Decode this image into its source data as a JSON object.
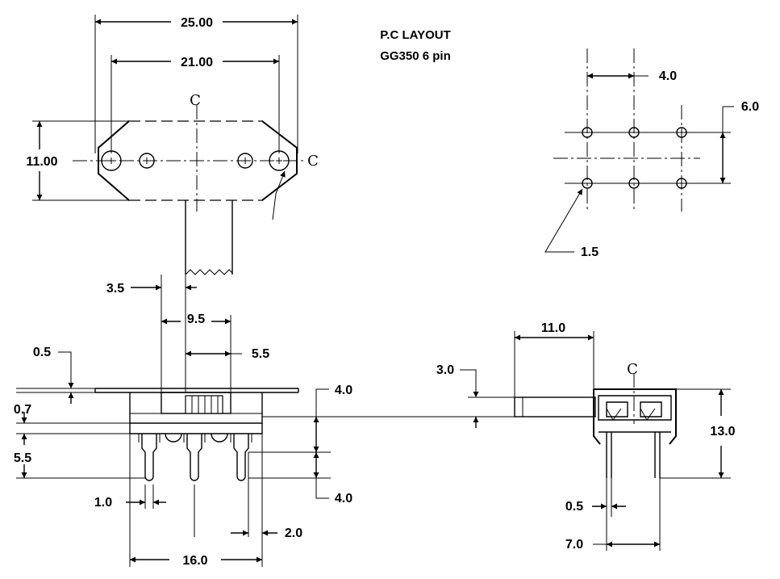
{
  "header": {
    "title": "P.C LAYOUT",
    "subtitle": "GG350  6 pin"
  },
  "centerline_mark": "C",
  "top_view": {
    "overall_width": "25.00",
    "hole_span": "21.00",
    "height": "11.00"
  },
  "pcb_layout": {
    "pitch_x": "4.0",
    "pitch_y": "6.0",
    "hole_dia": "1.5"
  },
  "front_view": {
    "actuator_offset": "3.5",
    "actuator_travel": "9.5",
    "actuator_width": "5.5",
    "plate_thickness": "0.5",
    "plate_gap": "0.7",
    "body_height": "5.5",
    "pin_width": "1.0",
    "pin_pitch": "2.0",
    "pin_span": "16.0",
    "terminal_len_a": "4.0",
    "terminal_len_b": "4.0"
  },
  "side_view": {
    "actuator_length": "11.0",
    "actuator_height": "3.0",
    "total_height": "13.0",
    "pin_thickness": "0.5",
    "pin_row_spacing": "7.0"
  }
}
